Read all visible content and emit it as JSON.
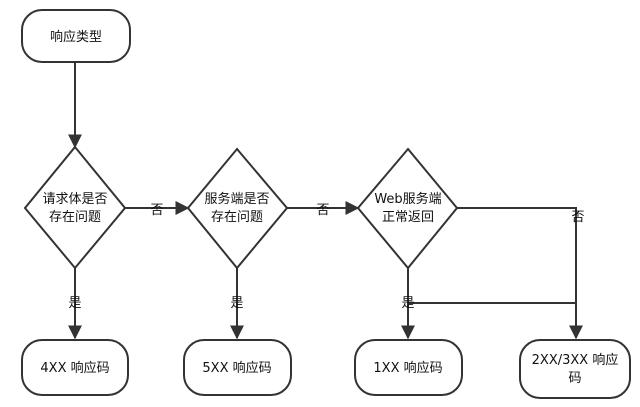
{
  "nodes": {
    "start": {
      "lines": [
        "响应类型"
      ]
    },
    "q1": {
      "lines": [
        "请求体是否",
        "存在问题"
      ]
    },
    "q2": {
      "lines": [
        "服务端是否",
        "存在问题"
      ]
    },
    "q3": {
      "lines": [
        "Web服务端",
        "正常返回"
      ]
    },
    "r4xx": {
      "lines": [
        "4XX 响应码"
      ]
    },
    "r5xx": {
      "lines": [
        "5XX 响应码"
      ]
    },
    "r1xx": {
      "lines": [
        "1XX 响应码"
      ]
    },
    "r23xx": {
      "lines": [
        "2XX/3XX 响应",
        "码"
      ]
    }
  },
  "edges": {
    "q1_no": "否",
    "q2_no": "否",
    "q3_no": "否",
    "q1_yes": "是",
    "q2_yes": "是",
    "q3_yes": "是"
  }
}
